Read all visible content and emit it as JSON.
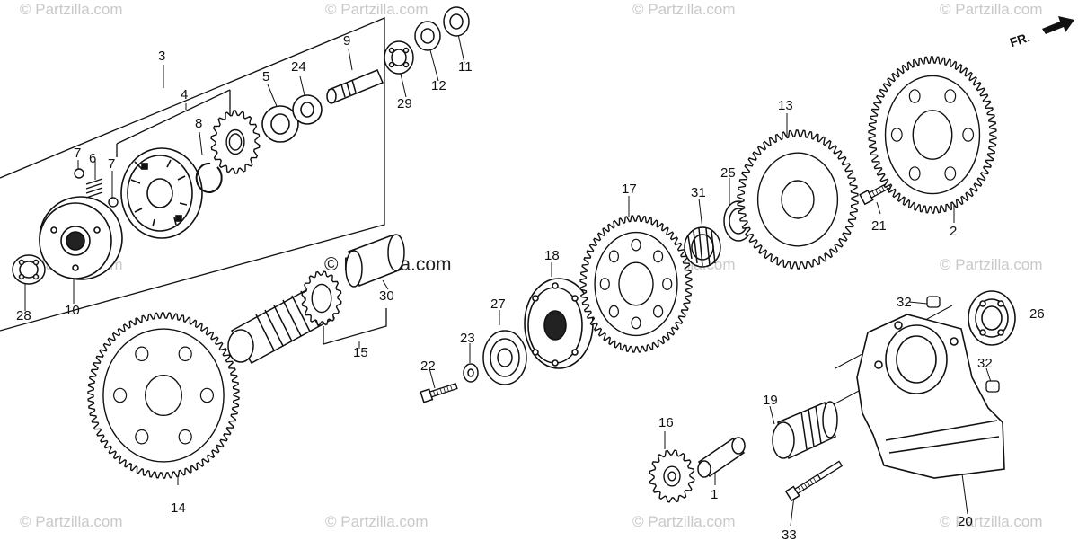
{
  "watermark": {
    "text": "© Partzilla.com",
    "center_text": "© Partzilla.com"
  },
  "direction_badge": "FR.",
  "callouts": {
    "c1": "1",
    "c2": "2",
    "c3": "3",
    "c4": "4",
    "c5": "5",
    "c6": "6",
    "c7a": "7",
    "c7b": "7",
    "c8": "8",
    "c9": "9",
    "c10": "10",
    "c11": "11",
    "c12": "12",
    "c13": "13",
    "c14": "14",
    "c15": "15",
    "c16": "16",
    "c17": "17",
    "c18": "18",
    "c19": "19",
    "c20": "20",
    "c21": "21",
    "c22": "22",
    "c23": "23",
    "c24": "24",
    "c25": "25",
    "c26": "26",
    "c27": "27",
    "c28": "28",
    "c29": "29",
    "c30": "30",
    "c31": "31",
    "c32a": "32",
    "c32b": "32",
    "c33": "33"
  },
  "parts": {
    "gear_1": "1",
    "gear_2": "2",
    "gear_3": "3",
    "gear_4": "4",
    "gear_5": "5",
    "gear_6": "6",
    "gear_7": "7",
    "gear_8": "8",
    "gear_9": "9",
    "gear_10": "10",
    "gear_11": "11",
    "gear_12": "12",
    "gear_13": "13",
    "gear_14": "14",
    "gear_15": "15",
    "gear_16": "16",
    "gear_17": "17",
    "gear_18": "18",
    "gear_19": "19",
    "gear_20": "20",
    "gear_21": "21",
    "gear_22": "22",
    "gear_23": "23",
    "gear_24": "24",
    "gear_25": "25",
    "gear_26": "26",
    "gear_27": "27",
    "gear_28": "28",
    "gear_29": "29",
    "gear_30": "30",
    "gear_31": "31",
    "gear_32": "32",
    "gear_33": "33"
  }
}
